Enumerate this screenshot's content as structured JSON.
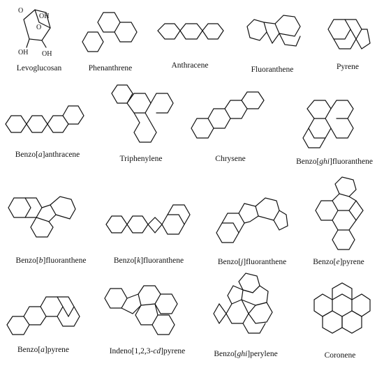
{
  "compounds": [
    {
      "name": "Levoglucosan",
      "labels": {
        "oh_top": "OH",
        "o_top": "O",
        "o_ring": "O",
        "oh_left": "OH",
        "oh_right": "OH"
      }
    },
    {
      "name": "Phenanthrene"
    },
    {
      "name": "Anthracene"
    },
    {
      "name": "Fluoranthene"
    },
    {
      "name": "Pyrene"
    },
    {
      "name": "Benzo[a]anthracene",
      "pre": "Benzo[",
      "it": "a",
      "post": "]anthracene"
    },
    {
      "name": "Triphenylene"
    },
    {
      "name": "Chrysene"
    },
    {
      "name": "Benzo[ghi]fluoranthene",
      "pre": "Benzo[",
      "it": "ghi",
      "post": "]fluoranthene"
    },
    {
      "name": "Benzo[b]fluoranthene",
      "pre": "Benzo[",
      "it": "b",
      "post": "]fluoranthene"
    },
    {
      "name": "Benzo[k]fluoranthene",
      "pre": "Benzo[",
      "it": "k",
      "post": "]fluoranthene"
    },
    {
      "name": "Benzo[j]fluoranthene",
      "pre": "Benzo[",
      "it": "j",
      "post": "]fluoranthene"
    },
    {
      "name": "Benzo[e]pyrene",
      "pre": "Benzo[",
      "it": "e",
      "post": "]pyrene"
    },
    {
      "name": "Benzo[a]pyrene",
      "pre": "Benzo[",
      "it": "a",
      "post": "]pyrene"
    },
    {
      "name": "Indeno[1,2,3-cd]pyrene",
      "pre": "Indeno[1,2,3-",
      "it": "cd",
      "post": "]pyrene"
    },
    {
      "name": "Benzo[ghi]perylene",
      "pre": "Benzo[",
      "it": "ghi",
      "post": "]perylene"
    },
    {
      "name": "Coronene"
    }
  ]
}
